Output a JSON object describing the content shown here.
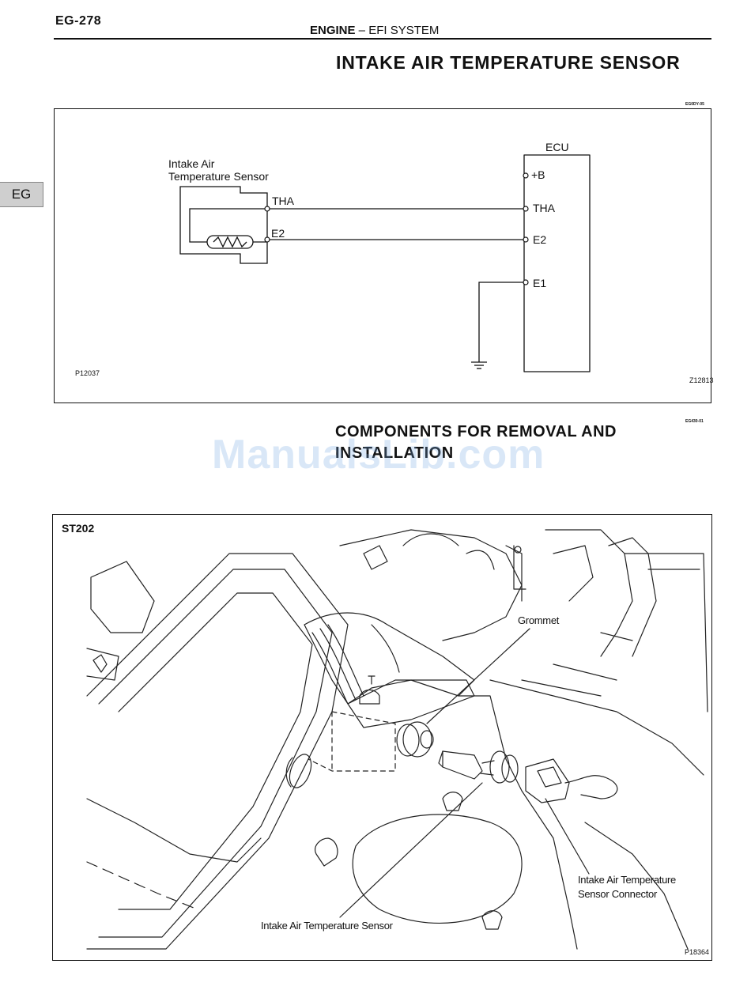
{
  "header": {
    "page_number": "EG-278",
    "section_bold": "ENGINE",
    "section_rest": " – EFI SYSTEM",
    "title": "INTAKE AIR TEMPERATURE SENSOR"
  },
  "side_tab": "EG",
  "diagram": {
    "ref_code": "EG0DY-05",
    "sensor_label_line1": "Intake Air",
    "sensor_label_line2": "Temperature Sensor",
    "sensor_pins": [
      "THA",
      "E2"
    ],
    "ecu_label": "ECU",
    "ecu_pins": [
      "+B",
      "THA",
      "E2",
      "E1"
    ],
    "fig_left": "P12037",
    "fig_right": "Z12813"
  },
  "components": {
    "title_line1": "COMPONENTS FOR REMOVAL AND",
    "title_line2": "INSTALLATION",
    "ref_code": "EG430-01",
    "watermark": "ManualsLib.com",
    "model": "ST202",
    "callout_grommet": "Grommet",
    "callout_connector_line1": "Intake Air Temperature",
    "callout_connector_line2": "Sensor Connector",
    "callout_sensor": "Intake Air Temperature Sensor",
    "fig_code": "P18364"
  }
}
